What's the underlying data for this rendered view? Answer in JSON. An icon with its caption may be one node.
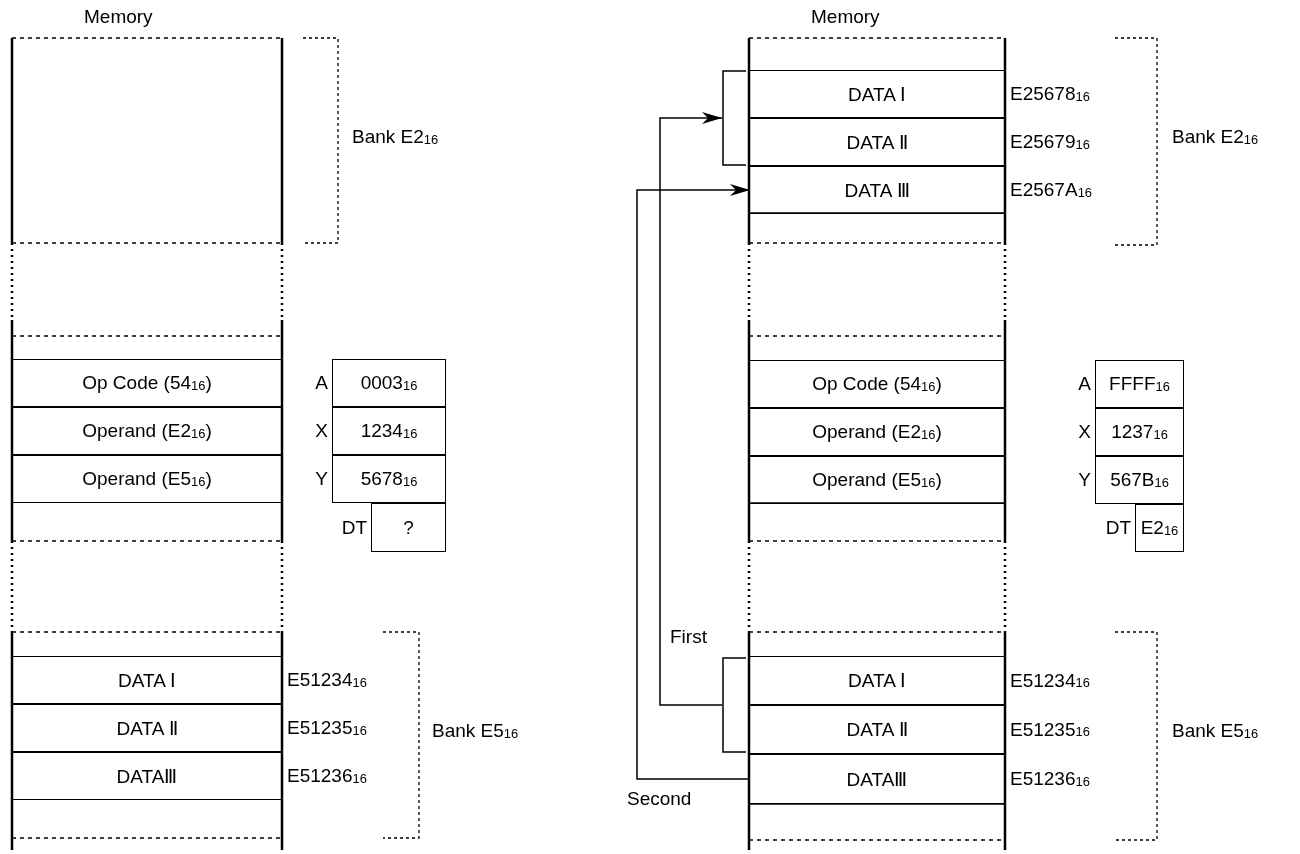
{
  "diagram": {
    "nodes": [
      {
        "text": [
          "Op Code (54$_{16}$)"
        ]
      },
      {
        "text": [
          "Operand (E2$_{16}$)"
        ]
      },
      {
        "text": [
          "Operand (E5$_{16}$)"
        ]
      },
      {
        "text": [
          "0003$_{16}$"
        ],
        "beside": [
          "A"
        ]
      },
      {
        "text": [
          "1234$_{16}$"
        ],
        "beside": [
          "X"
        ]
      },
      {
        "text": [
          "5678$_{16}$"
        ],
        "beside": [
          "Y"
        ]
      },
      {
        "text": [
          "?"
        ],
        "beside": [
          "DT"
        ]
      },
      {
        "text": [
          "DATA Ⅰ"
        ],
        "beside": [
          "E51234$_{16}$"
        ]
      },
      {
        "text": [
          "DATA Ⅱ"
        ],
        "beside": [
          "E51235$_{16}$"
        ]
      },
      {
        "text": [
          "DATAⅢ"
        ],
        "beside": [
          "E51236$_{16}$"
        ]
      },
      {
        "text": [
          "DATA Ⅰ"
        ],
        "beside": [
          "E25678$_{16}$"
        ]
      },
      {
        "text": [
          "DATA Ⅱ"
        ],
        "beside": [
          "E25679$_{16}$"
        ]
      },
      {
        "text": [
          "DATA Ⅲ"
        ],
        "beside": [
          "E2567A$_{16}$"
        ]
      },
      {
        "text": [
          "Op Code (54$_{16}$)"
        ]
      },
      {
        "text": [
          "Operand (E2$_{16}$)"
        ]
      },
      {
        "text": [
          "Operand (E5$_{16}$)"
        ]
      },
      {
        "text": [
          "FFFF$_{16}$"
        ],
        "beside": [
          "A"
        ]
      },
      {
        "text": [
          "1237$_{16}$"
        ],
        "beside": [
          "X"
        ]
      },
      {
        "text": [
          "567B$_{16}$"
        ],
        "beside": [
          "Y"
        ]
      },
      {
        "text": [
          "E2$_{16}$"
        ],
        "beside": [
          "DT"
        ]
      },
      {
        "text": [
          "DATA Ⅰ"
        ],
        "beside": [
          "E51234$_{16}$"
        ]
      },
      {
        "text": [
          "DATA Ⅱ"
        ],
        "beside": [
          "E51235$_{16}$"
        ]
      },
      {
        "text": [
          "DATAⅢ"
        ],
        "beside": [
          "E51236$_{16}$"
        ]
      },
      {
        "text": [],
        "shape": "bracket"
      },
      {
        "text": [],
        "shape": "bracket"
      }
    ],
    "edges": [
      {
        "from": 24,
        "to": 23,
        "arrow": "to",
        "label": "First"
      },
      {
        "from": 22,
        "to": 12,
        "arrow": "to",
        "label": "Second"
      }
    ],
    "labels": [
      "Memory",
      "Bank E2$_{16}$",
      "Bank E5$_{16}$",
      "Memory",
      "Bank E2$_{16}$",
      "Bank E5$_{16}$"
    ]
  }
}
